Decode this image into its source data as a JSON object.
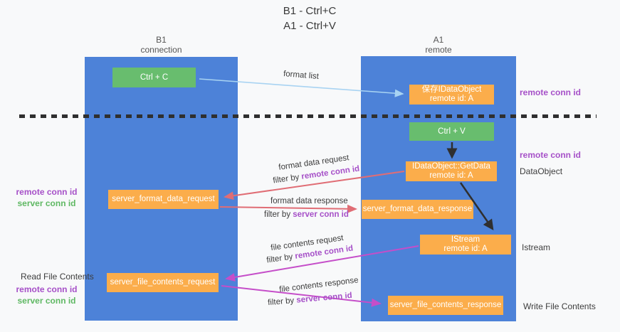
{
  "title": {
    "line1": "B1 - Ctrl+C",
    "line2": "A1 - Ctrl+V"
  },
  "lanes": {
    "left": {
      "name": "B1",
      "role": "connection"
    },
    "right": {
      "name": "A1",
      "role": "remote"
    }
  },
  "nodes": {
    "ctrl_c": "Ctrl + C",
    "ctrl_v": "Ctrl + V",
    "save_idataobject": {
      "line1": "保存IDataObject",
      "line2": "remote id: A"
    },
    "getdata": {
      "line1": "IDataObject::GetData",
      "line2": "remote id: A"
    },
    "istream": {
      "line1": "IStream",
      "line2": "remote id: A"
    },
    "server_format_data_request": "server_format_data_request",
    "server_format_data_response": "server_format_data_response",
    "server_file_contents_request": "server_file_contents_request",
    "server_file_contents_response": "server_file_contents_response"
  },
  "edge_labels": {
    "format_list": "format list",
    "format_data_request": "format data request",
    "format_data_response": "format data response",
    "file_contents_request": "file contents request",
    "file_contents_response": "file contents response",
    "filter_by": "filter by ",
    "remote_conn_id": "remote conn id",
    "server_conn_id": "server conn id"
  },
  "side_labels": {
    "remote_conn_id": "remote conn id",
    "server_conn_id": "server conn id",
    "dataobject": "DataObject",
    "istream": "Istream",
    "read_file_contents": "Read File Contents",
    "write_file_contents": "Write File Contents"
  },
  "colors": {
    "lane_blue": "#4d82d8",
    "node_green": "#68bd6e",
    "node_orange": "#fbad4b",
    "arrow_lightblue": "#a8d3f2",
    "arrow_salmon": "#e06d75",
    "arrow_magenta": "#c54ec9",
    "arrow_black": "#2f2f2f",
    "text_purple": "#a650c8",
    "text_green": "#5fb863"
  }
}
